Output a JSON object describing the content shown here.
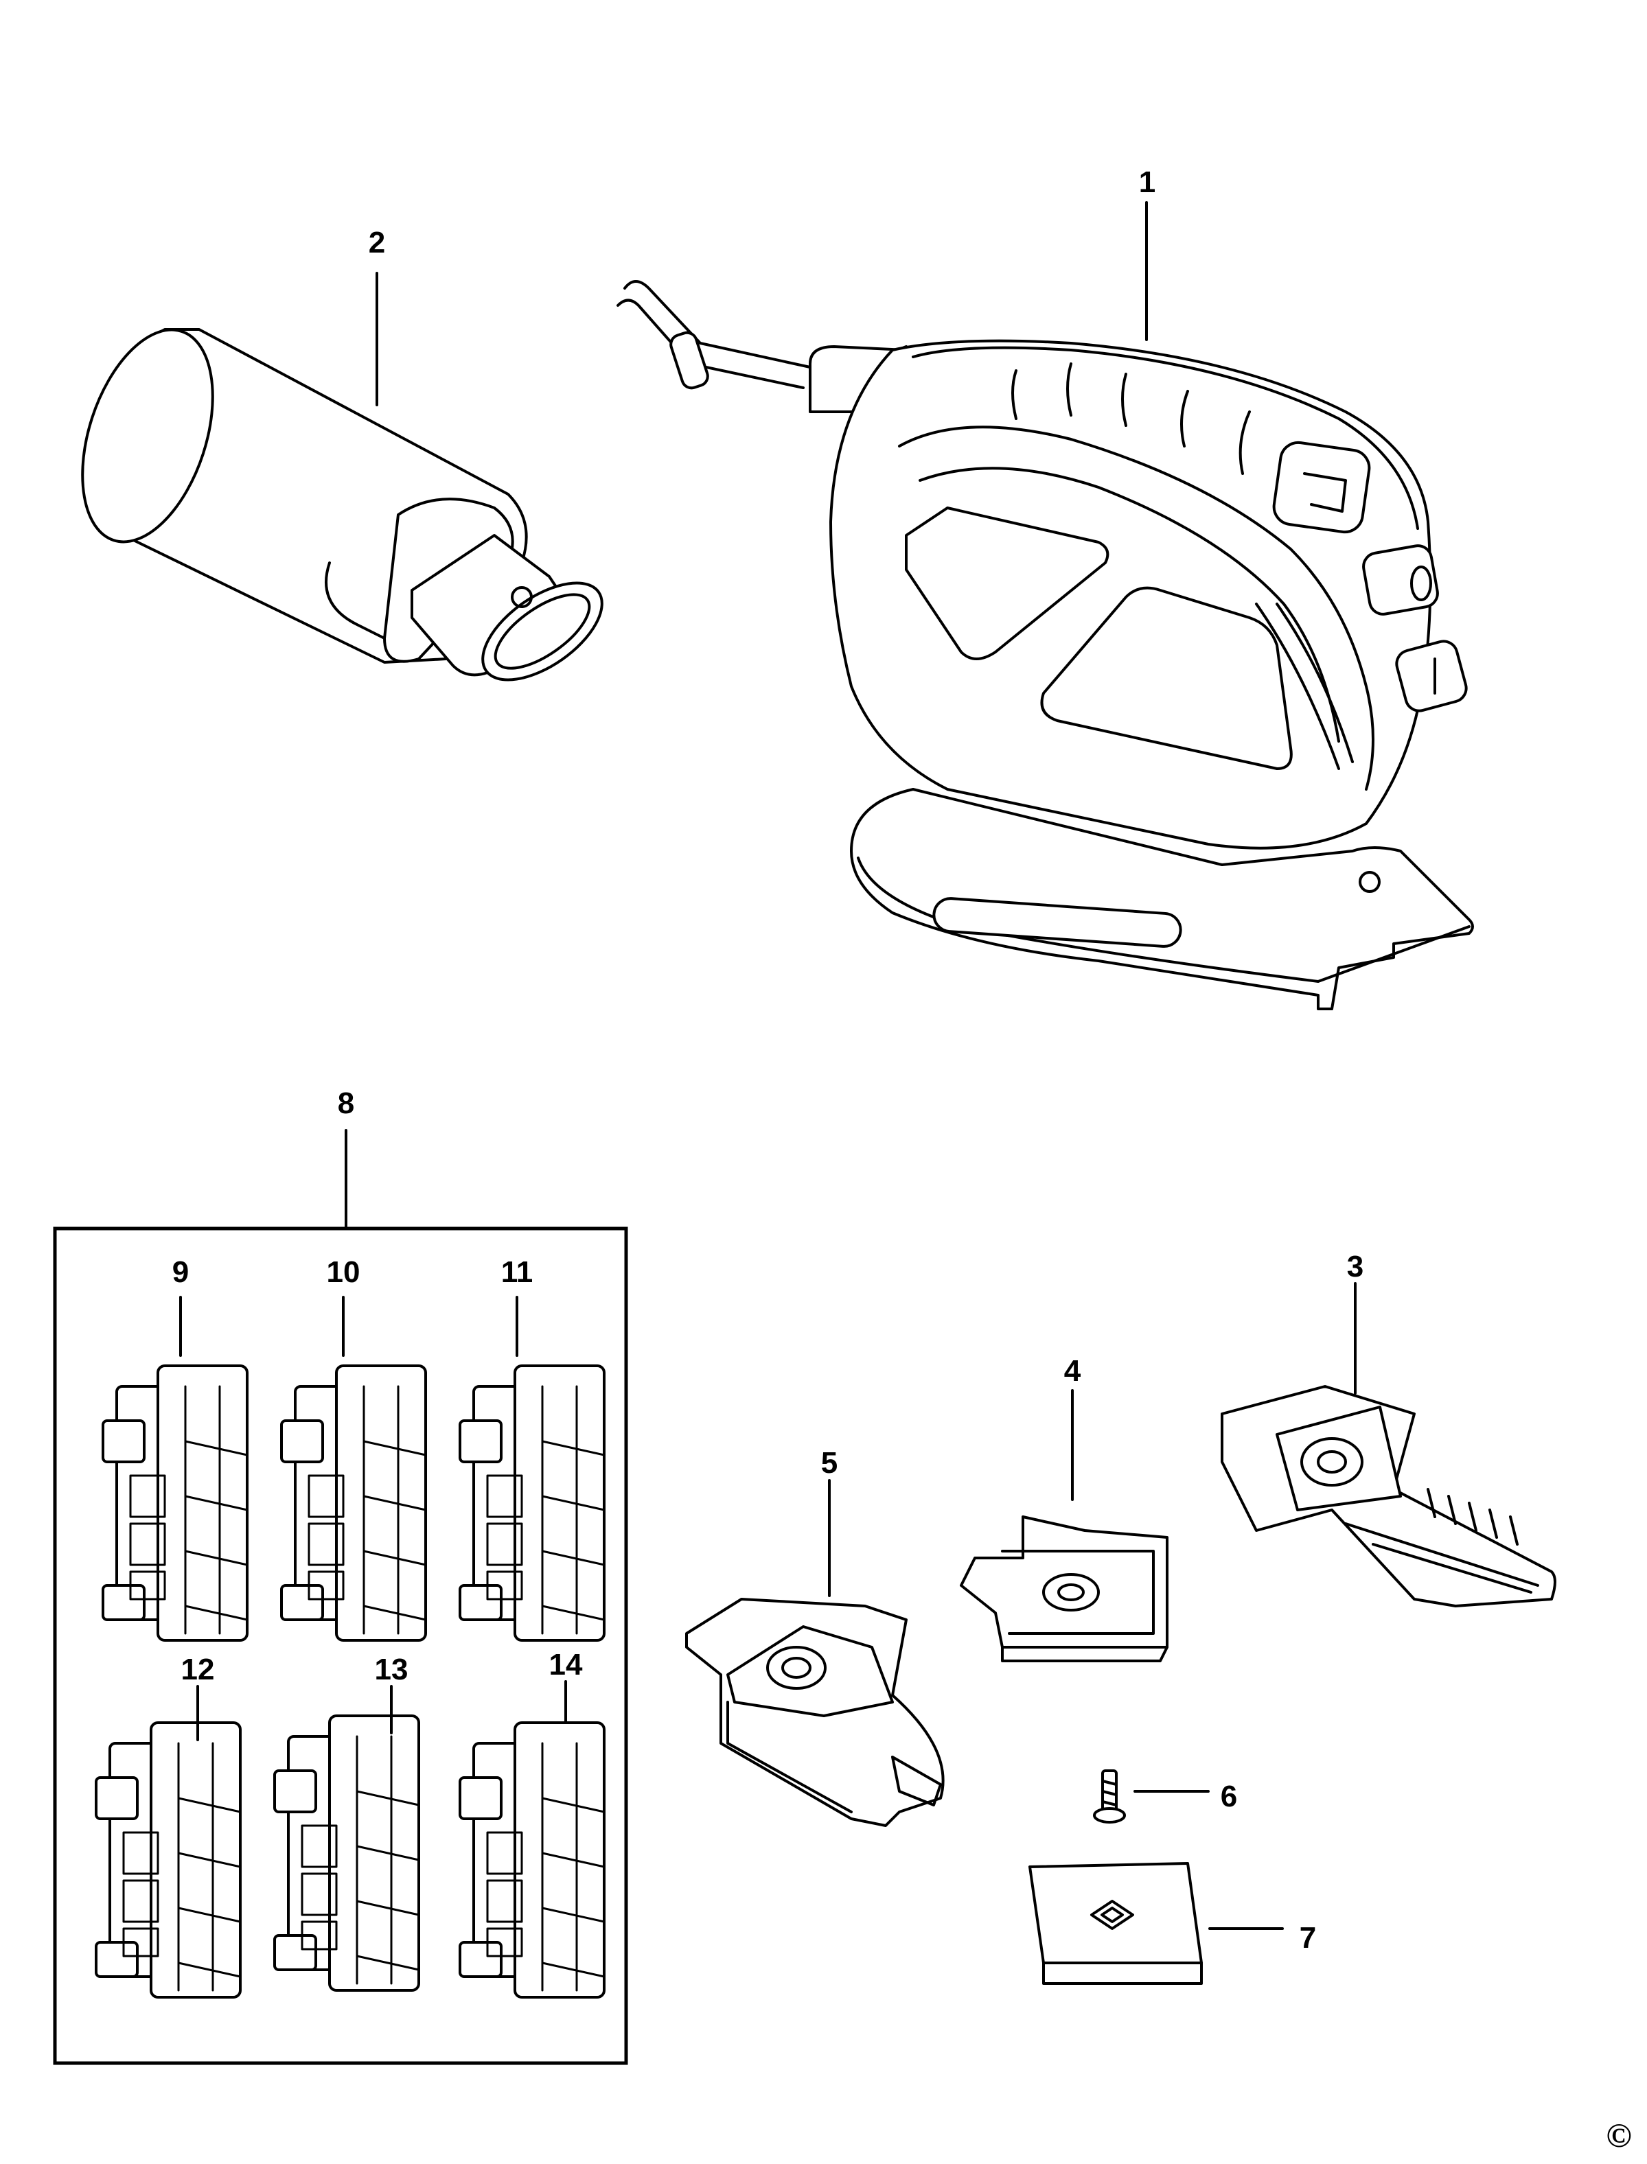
{
  "diagram": {
    "type": "exploded-parts-diagram",
    "copyright_symbol": "©",
    "parts": [
      {
        "id": "part-1",
        "number": "1",
        "icon": "detail-sander-body"
      },
      {
        "id": "part-2",
        "number": "2",
        "icon": "dust-extraction-adapter"
      },
      {
        "id": "part-3",
        "number": "3",
        "icon": "sanding-plate"
      },
      {
        "id": "part-4",
        "number": "4",
        "icon": "sanding-plate-square"
      },
      {
        "id": "part-5",
        "number": "5",
        "icon": "sanding-attachment"
      },
      {
        "id": "part-6",
        "number": "6",
        "icon": "screw"
      },
      {
        "id": "part-7",
        "number": "7",
        "icon": "foam-pad"
      },
      {
        "id": "part-8",
        "number": "8",
        "icon": "profile-attachment-kit"
      },
      {
        "id": "part-9",
        "number": "9",
        "icon": "profile-attachment"
      },
      {
        "id": "part-10",
        "number": "10",
        "icon": "profile-attachment"
      },
      {
        "id": "part-11",
        "number": "11",
        "icon": "profile-attachment"
      },
      {
        "id": "part-12",
        "number": "12",
        "icon": "profile-attachment"
      },
      {
        "id": "part-13",
        "number": "13",
        "icon": "profile-attachment"
      },
      {
        "id": "part-14",
        "number": "14",
        "icon": "profile-attachment"
      }
    ]
  }
}
